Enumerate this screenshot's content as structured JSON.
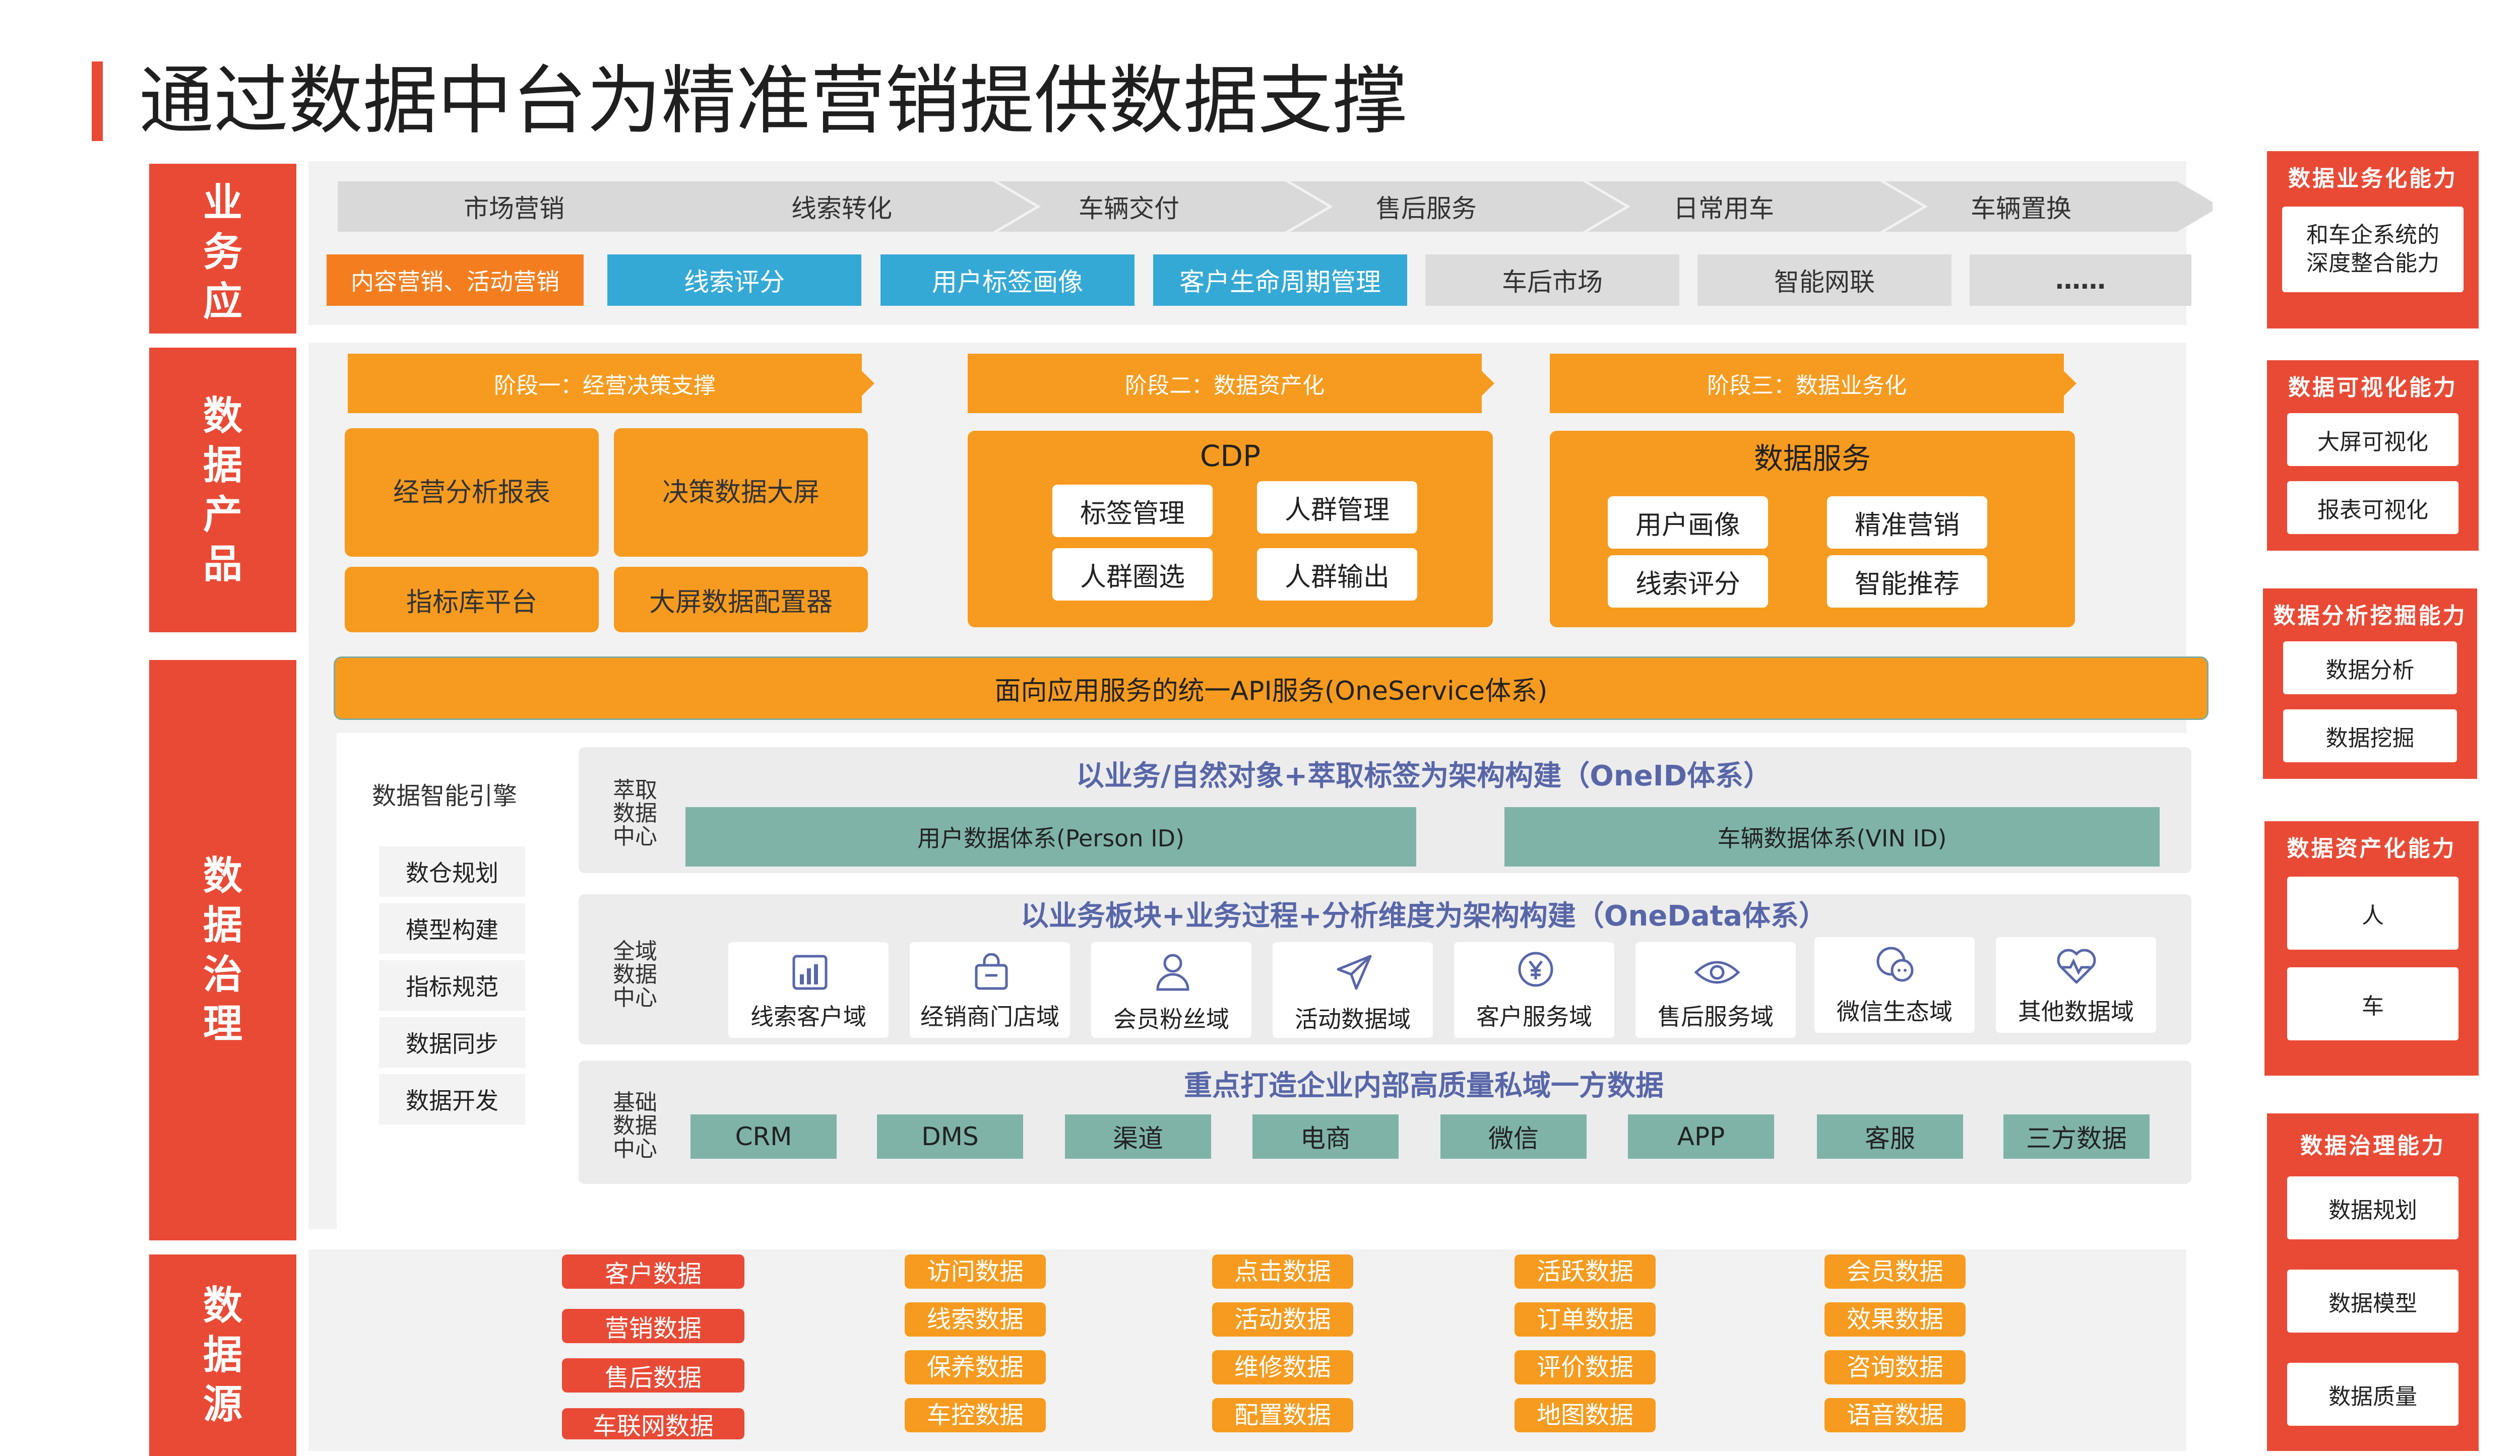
{
  "title": "通过数据中台为精准营销提供数据支撑",
  "sections": {
    "business": "业务应",
    "product": "数据产品",
    "governance": "数据治理",
    "source": "数据源"
  },
  "business_flow": [
    "市场营销",
    "线索转化",
    "车辆交付",
    "售后服务",
    "日常用车",
    "车辆置换"
  ],
  "business_apps": [
    "内容营销、活动营销",
    "线索评分",
    "用户标签画像",
    "客户生命周期管理",
    "车后市场",
    "智能网联",
    "……"
  ],
  "stages": [
    {
      "title": "阶段一：经营决策支撑",
      "items": [
        "经营分析报表",
        "决策数据大屏",
        "指标库平台",
        "大屏数据配置器"
      ]
    },
    {
      "title": "阶段二：数据资产化",
      "box_title": "CDP",
      "items": [
        "标签管理",
        "人群管理",
        "人群圈选",
        "人群输出"
      ]
    },
    {
      "title": "阶段三：数据业务化",
      "box_title": "数据服务",
      "items": [
        "用户画像",
        "精准营销",
        "线索评分",
        "智能推荐"
      ]
    }
  ],
  "api_bar": "面向应用服务的统一API服务(OneService体系)",
  "engine": {
    "title": "数据智能引擎",
    "items": [
      "数仓规划",
      "模型构建",
      "指标规范",
      "数据同步",
      "数据开发"
    ]
  },
  "extraction": {
    "label": "萃取数据中心",
    "title": "以业务/自然对象+萃取标签为架构构建（OneID体系）",
    "items": [
      "用户数据体系(Person ID)",
      "车辆数据体系(VIN ID)"
    ]
  },
  "global_center": {
    "label": "全域数据中心",
    "title": "以业务板块+业务过程+分析维度为架构构建（OneData体系）",
    "domains": [
      {
        "label": "线索客户域",
        "icon": "bar-chart-icon"
      },
      {
        "label": "经销商门店域",
        "icon": "shop-bag-icon"
      },
      {
        "label": "会员粉丝域",
        "icon": "user-icon"
      },
      {
        "label": "活动数据域",
        "icon": "paper-plane-icon"
      },
      {
        "label": "客户服务域",
        "icon": "yen-coin-icon"
      },
      {
        "label": "售后服务域",
        "icon": "eye-icon"
      },
      {
        "label": "微信生态域",
        "icon": "chat-icon"
      },
      {
        "label": "其他数据域",
        "icon": "heart-pulse-icon"
      }
    ]
  },
  "base_center": {
    "label": "基础数据中心",
    "title": "重点打造企业内部高质量私域一方数据",
    "items": [
      "CRM",
      "DMS",
      "渠道",
      "电商",
      "微信",
      "APP",
      "客服",
      "三方数据"
    ]
  },
  "sources": {
    "col1": [
      "客户数据",
      "营销数据",
      "售后数据",
      "车联网数据"
    ],
    "col2": [
      "访问数据",
      "线索数据",
      "保养数据",
      "车控数据"
    ],
    "col3": [
      "点击数据",
      "活动数据",
      "维修数据",
      "配置数据"
    ],
    "col4": [
      "活跃数据",
      "订单数据",
      "评价数据",
      "地图数据"
    ],
    "col5": [
      "会员数据",
      "效果数据",
      "咨询数据",
      "语音数据"
    ]
  },
  "capabilities": [
    {
      "title": "数据业务化能力",
      "items": [
        "和车企系统的深度整合能力"
      ]
    },
    {
      "title": "数据可视化能力",
      "items": [
        "大屏可视化",
        "报表可视化"
      ]
    },
    {
      "title": "数据分析挖掘能力",
      "items": [
        "数据分析",
        "数据挖掘"
      ]
    },
    {
      "title": "数据资产化能力",
      "items": [
        "人",
        "车"
      ]
    },
    {
      "title": "数据治理能力",
      "items": [
        "数据规划",
        "数据模型",
        "数据质量"
      ]
    }
  ],
  "colors": {
    "red": "#e94a35",
    "orange": "#f69b1f",
    "blue": "#35a9d6",
    "teal": "#7fb3a8",
    "navy": "#5866a8"
  }
}
